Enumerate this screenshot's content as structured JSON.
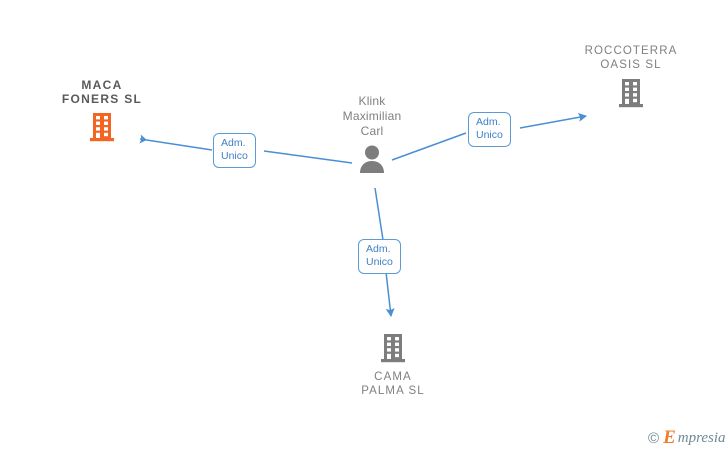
{
  "diagram": {
    "type": "entity-relationship-network",
    "background_color": "#ffffff",
    "edge_color": "#4a8fd4",
    "label_text_color": "#808080",
    "highlight_color": "#f26522",
    "entity_color": "#7d7d7d",
    "nodes": [
      {
        "id": "maca-foners",
        "name": "MACA\nFONERS  SL",
        "line1": "MACA",
        "line2": "FONERS  SL",
        "icon": "building-icon",
        "color": "#f26522",
        "highlighted": true,
        "label_position": "above"
      },
      {
        "id": "roccoterra-oasis",
        "name": "ROCCOTERRA\nOASIS  SL",
        "line1": "ROCCOTERRA",
        "line2": "OASIS  SL",
        "icon": "building-icon",
        "color": "#7d7d7d",
        "highlighted": false,
        "label_position": "above"
      },
      {
        "id": "klink-maximilian-carl",
        "name": "Klink Maximilian Carl",
        "line1": "Klink",
        "line2": "Maximilian",
        "line3": "Carl",
        "icon": "person-icon",
        "color": "#7d7d7d",
        "highlighted": false,
        "label_position": "above"
      },
      {
        "id": "cama-palma",
        "name": "CAMA\nPALMA  SL",
        "line1": "CAMA",
        "line2": "PALMA  SL",
        "icon": "building-icon",
        "color": "#7d7d7d",
        "highlighted": false,
        "label_position": "below"
      }
    ],
    "edges": [
      {
        "id": "edge-to-maca-foners",
        "from": "klink-maximilian-carl",
        "to": "maca-foners",
        "label_line1": "Adm.",
        "label_line2": "Unico",
        "direction": "left"
      },
      {
        "id": "edge-to-roccoterra-oasis",
        "from": "klink-maximilian-carl",
        "to": "roccoterra-oasis",
        "label_line1": "Adm.",
        "label_line2": "Unico",
        "direction": "up-right"
      },
      {
        "id": "edge-to-cama-palma",
        "from": "klink-maximilian-carl",
        "to": "cama-palma",
        "label_line1": "Adm.",
        "label_line2": "Unico",
        "direction": "down"
      }
    ]
  },
  "watermark": {
    "copyright": "©",
    "brand_initial": "E",
    "brand_rest": "mpresia"
  }
}
